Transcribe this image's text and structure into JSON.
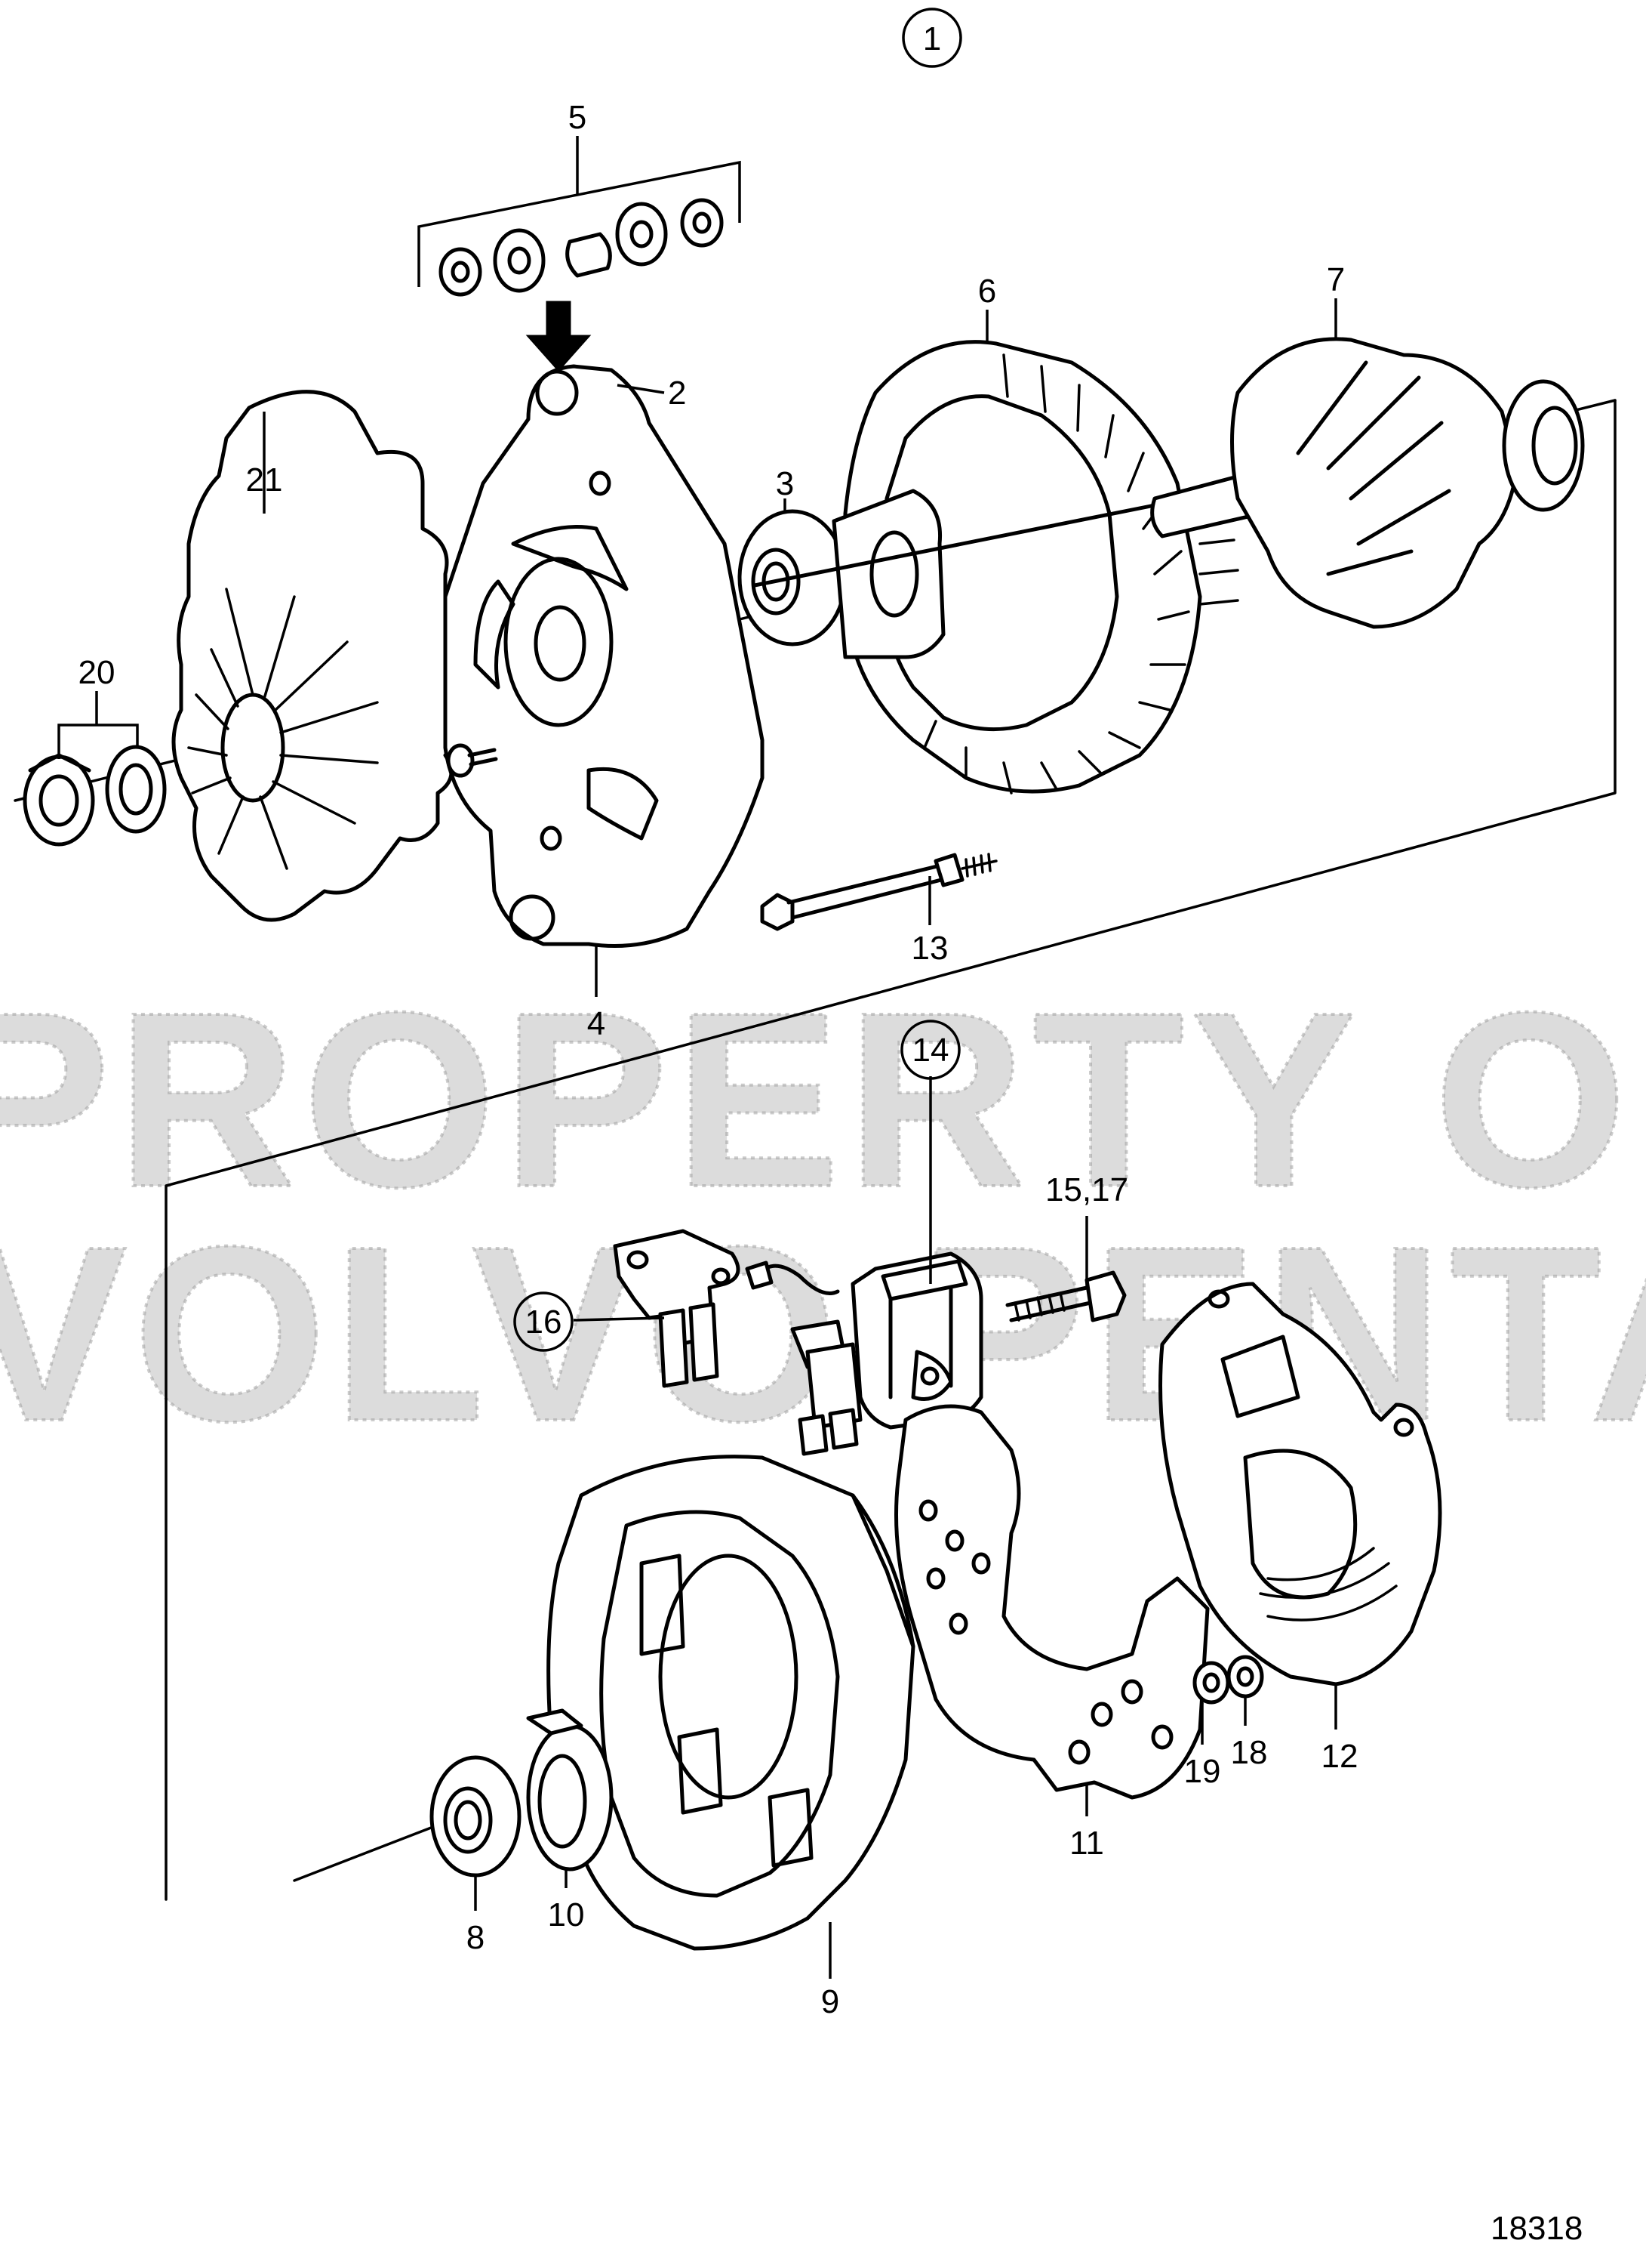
{
  "diagram": {
    "group_number": "1",
    "drawing_number": "18318",
    "watermark": {
      "line1": "PROPERTY OF",
      "line2": "VOLVO PENTA"
    },
    "callouts": {
      "c1": "1",
      "c2": "2",
      "c3": "3",
      "c4": "4",
      "c5": "5",
      "c6": "6",
      "c7": "7",
      "c8": "8",
      "c9": "9",
      "c10": "10",
      "c11": "11",
      "c12": "12",
      "c13": "13",
      "c14": "14",
      "c15_17": "15,17",
      "c16": "16",
      "c18": "18",
      "c19": "19",
      "c20": "20",
      "c21": "21"
    }
  }
}
